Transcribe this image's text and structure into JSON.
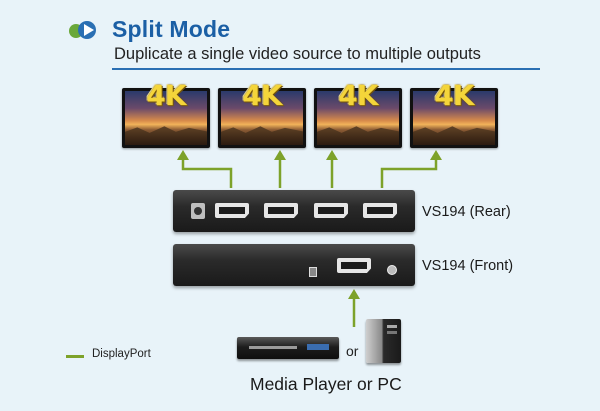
{
  "header": {
    "title": "Split Mode",
    "subtitle": "Duplicate a single video source to multiple outputs"
  },
  "monitors": [
    {
      "badge": "4K"
    },
    {
      "badge": "4K"
    },
    {
      "badge": "4K"
    },
    {
      "badge": "4K"
    }
  ],
  "rear_panel": {
    "label": "VS194 (Rear)"
  },
  "front_panel": {
    "label": "VS194 (Front)"
  },
  "source": {
    "or_text": "or",
    "label": "Media Player or PC"
  },
  "legend": {
    "label": "DisplayPort"
  },
  "colors": {
    "title": "#1b5fa5",
    "header_arrow": "#2a6fb3",
    "header_dot": "#6aa83a",
    "connection": "#7da22a",
    "background": "#e8f3f9"
  }
}
